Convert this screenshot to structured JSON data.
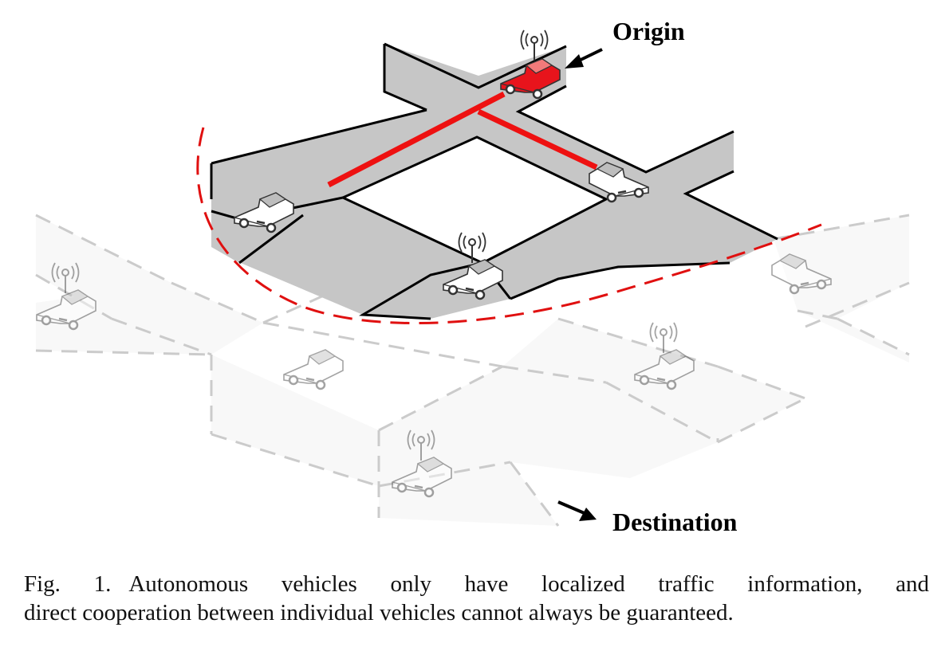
{
  "labels": {
    "origin": "Origin",
    "destination": "Destination"
  },
  "caption": {
    "figure_number": "Fig. 1.",
    "line1": "Autonomous vehicles only have localized traffic information, and",
    "line2": "direct cooperation between individual vehicles cannot always be guaranteed."
  },
  "colors": {
    "road_local": "#c6c6c6",
    "road_remote": "#f2f2f2",
    "route_red": "#ee1111",
    "origin_car": "#e8141c"
  },
  "icons": {
    "antenna": "antenna-signal-icon",
    "arrow": "arrow-icon",
    "car": "car-icon"
  }
}
